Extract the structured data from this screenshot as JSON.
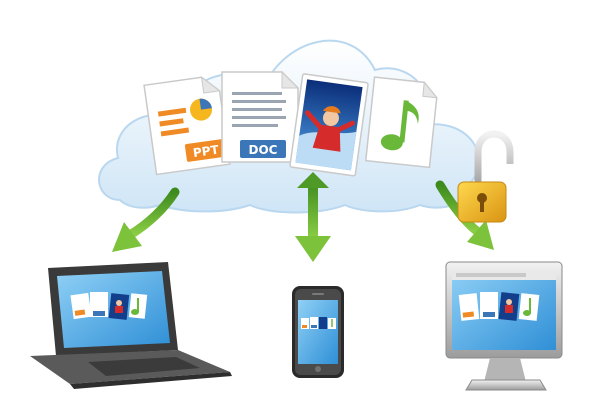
{
  "files": {
    "ppt": {
      "label": "PPT",
      "color": "#f08a24"
    },
    "doc": {
      "label": "DOC",
      "color": "#3b76b8"
    },
    "photo": {
      "icon": "photo-icon"
    },
    "music": {
      "icon": "music-note-icon",
      "color": "#6ab83a"
    }
  },
  "colors": {
    "cloud": "#dcecf8",
    "arrow": "#6cb334",
    "lock": "#f2b420",
    "screen": "#4aa3de"
  },
  "devices": [
    "laptop",
    "smartphone",
    "desktop-monitor"
  ]
}
